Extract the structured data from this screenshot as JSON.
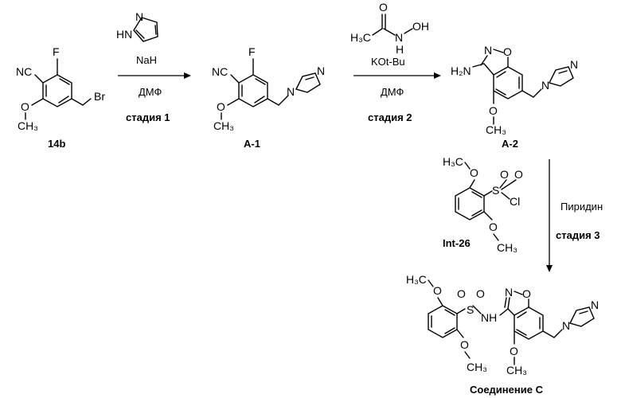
{
  "compounds": {
    "c14b": {
      "label": "14b"
    },
    "a1": {
      "label": "A-1"
    },
    "a2": {
      "label": "A-2"
    },
    "int26": {
      "label": "Int-26"
    },
    "final": {
      "label": "Соединение С"
    }
  },
  "steps": [
    {
      "reagent": "NaH",
      "solvent": "ДМФ",
      "stage": "стадия 1"
    },
    {
      "reagent": "KOt-Bu",
      "solvent": "ДМФ",
      "stage": "стадия 2"
    },
    {
      "reagent": "Пиридин",
      "stage": "стадия 3"
    }
  ],
  "atoms": {
    "N": "N",
    "NC": "NC",
    "F": "F",
    "O": "O",
    "Br": "Br",
    "H": "H",
    "NH": "NH",
    "H2N": "H₂N",
    "OH": "OH",
    "S": "S",
    "Cl": "Cl",
    "CH3": "CH₃",
    "H3C": "H₃C",
    "HN": "HN"
  }
}
